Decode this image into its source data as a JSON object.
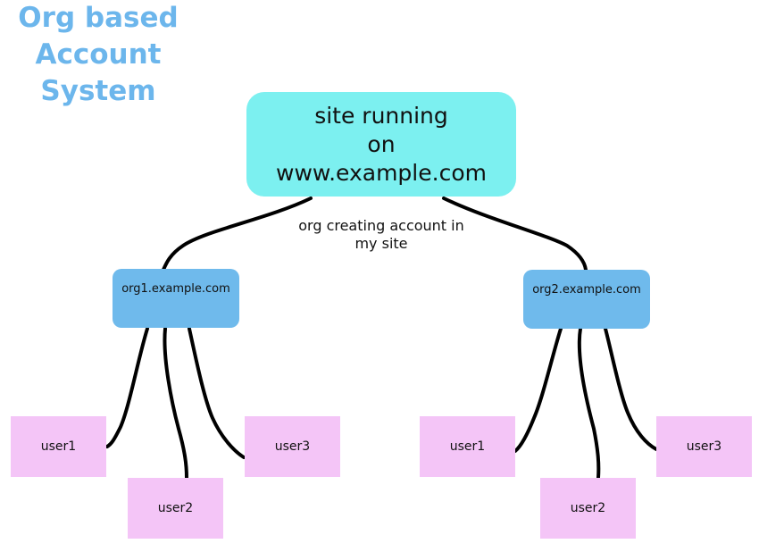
{
  "title": {
    "lines": [
      "Org based",
      "Account",
      "System"
    ]
  },
  "root": {
    "lines": [
      "site running",
      "on",
      "www.example.com"
    ]
  },
  "edge_label": {
    "lines": [
      "org creating account in",
      "my site"
    ]
  },
  "orgs": [
    {
      "label": "org1.example.com",
      "users": [
        "user1",
        "user2",
        "user3"
      ]
    },
    {
      "label": "org2.example.com",
      "users": [
        "user1",
        "user2",
        "user3"
      ]
    }
  ],
  "colors": {
    "title": "#6cb6ec",
    "root_fill": "#7cf0f0",
    "org_fill": "#6fbaec",
    "user_fill": "#f4c5f7",
    "connector": "#000000"
  }
}
